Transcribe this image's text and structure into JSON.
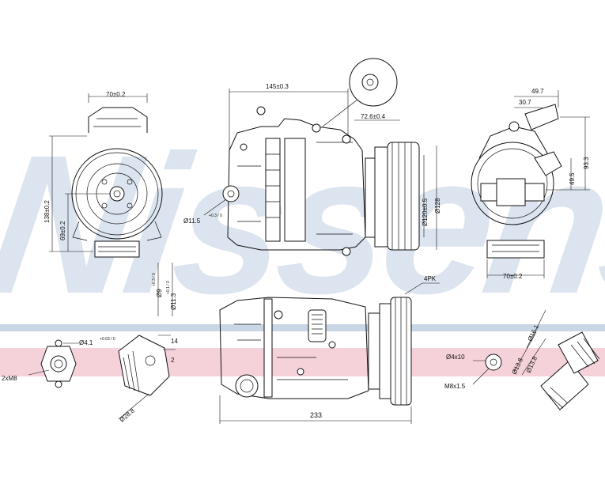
{
  "watermark": {
    "text": "Nissens",
    "color": "#d6e0ec"
  },
  "bands": {
    "blue": "#c9d6e6",
    "pink": "#f3c9d3"
  },
  "dimensions": {
    "front_width": "70±0.2",
    "front_height": "138±0.2",
    "front_center": "69±0.2",
    "side_length": "145±0.3",
    "side_offset": "72.6±0.4",
    "bolt_hole": "Ø11.5",
    "bolt_hole_tol": "+0.3 / 0",
    "pulley_inner": "Ø120±0.5",
    "pulley_outer": "Ø128",
    "rear_49": "49.7",
    "rear_30": "30.7",
    "rear_93": "93.3",
    "rear_49_5": "49.5",
    "rear_width": "70±0.2",
    "mount_9": "Ø9",
    "mount_9_tol": "+0.3 / 0",
    "mount_11": "Ø11.3",
    "mount_11_tol": "+0.1 / 0",
    "pk_label": "4PK",
    "total_length": "233",
    "port_4_1": "Ø4.1",
    "port_4_1_tol": "+0.03 / 0",
    "port_2xm8": "2xM8",
    "fitting_14": "14",
    "fitting_2": "2",
    "fitting_28": "Ø28.8",
    "port_4x10": "Ø4x10",
    "port_m8": "M8x1.5",
    "valve_16": "Ø16.1",
    "valve_13": "Ø13.8",
    "valve_13_8": "Ø13.8"
  }
}
